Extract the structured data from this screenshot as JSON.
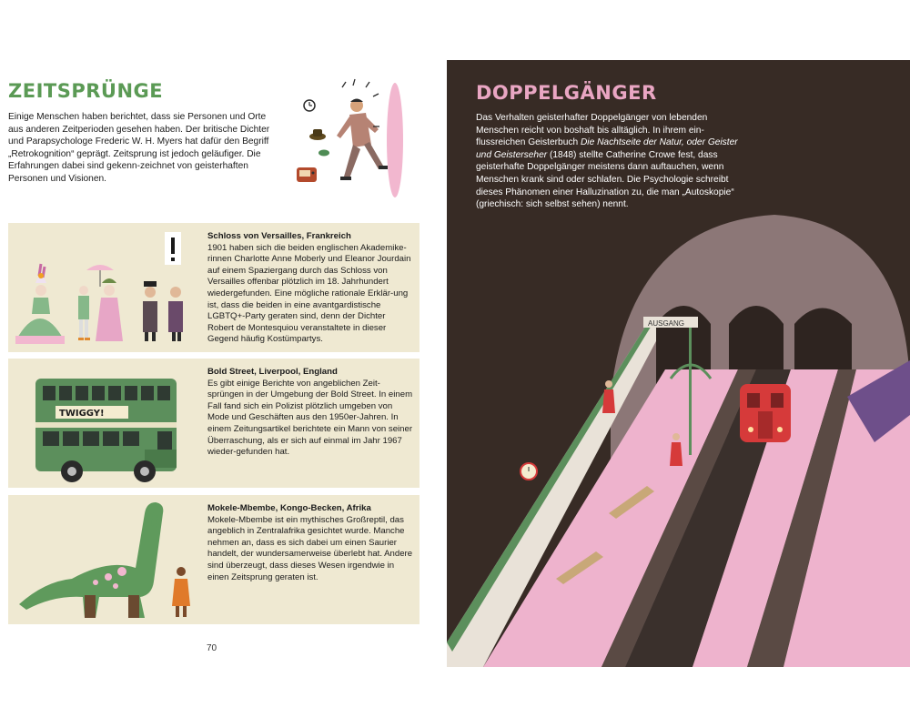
{
  "left_page": {
    "title": "ZEITSPRÜNGE",
    "intro": "Einige Menschen haben berichtet, dass sie Personen und Orte aus anderen Zeitperioden gesehen haben. Der britische Dichter und Parapsychologe Frederic W. H. Myers hat dafür den Begriff „Retrokognition“ geprägt. Zeitsprung ist jedoch geläufiger. Die Erfahrungen dabei sind gekenn-zeichnet von geisterhaften Personen und Visionen.",
    "cards": [
      {
        "title": "Schloss von Versailles, Frankreich",
        "text": "1901 haben sich die beiden englischen Akademike-rinnen Charlotte Anne Moberly und Eleanor Jourdain auf einem Spaziergang durch das Schloss von Versailles offenbar plötzlich im 18. Jahrhundert wiedergefunden. Eine mögliche rationale Erklär-ung ist, dass die beiden in eine avantgardistische LGBTQ+-Party geraten sind, denn der Dichter Robert de Montesquiou veranstaltete in dieser Gegend häufig Kostümpartys."
      },
      {
        "title": "Bold Street, Liverpool, England",
        "text": "Es gibt einige Berichte von angeblichen Zeit-sprüngen in der Umgebung der Bold Street. In einem Fall fand sich ein Polizist plötzlich umgeben von Mode und Geschäften aus den 1950er-Jahren. In einem Zeitungsartikel berichtete ein Mann von seiner Überraschung, als er sich auf einmal im Jahr 1967 wieder-gefunden hat."
      },
      {
        "title": "Mokele-Mbembe, Kongo-Becken, Afrika",
        "text": "Mokele-Mbembe ist ein mythisches Großreptil, das angeblich in Zentralafrika gesichtet wurde. Manche nehmen an, dass es sich dabei um einen Saurier handelt, der wundersamerweise überlebt hat. Andere sind überzeugt, dass dieses Wesen irgendwie in einen Zeitsprung geraten ist."
      }
    ],
    "bus_sign": "TWIGGY!",
    "page_number": "70"
  },
  "right_page": {
    "title": "DOPPELGÄNGER",
    "intro_1": "Das Verhalten geisterhafter Doppelgänger von lebenden Menschen reicht von boshaft bis alltäglich. In ihrem ein-flussreichen Geisterbuch ",
    "intro_book": "Die Nachtseite der Natur, oder Geister und Geisterseher",
    "intro_2": " (1848) stellte Catherine Crowe fest, dass geisterhafte Doppelgänger meistens dann auftauchen, wenn Menschen krank sind oder schlafen. Die Psychologie schreibt dieses Phänomen einer Halluzination zu, die man „Autoskopie“ (griechisch: sich selbst sehen) nennt.",
    "exit_sign": "AUSGANG"
  },
  "colors": {
    "green_title": "#5b9a55",
    "pink_title": "#e9a6c3",
    "card_bg": "#efe9d2",
    "dark_bg": "#372b25"
  }
}
